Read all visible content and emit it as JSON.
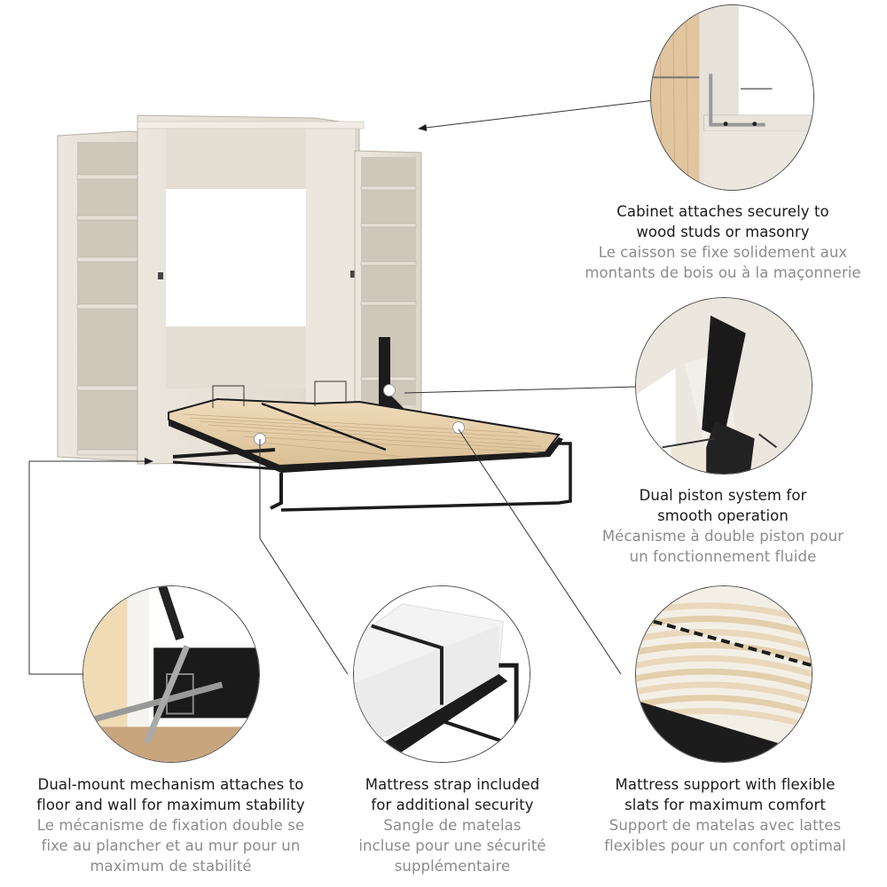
{
  "product": {
    "name": "Wall bed with side shelving units",
    "illustration": "queen-murphy-bed-open-with-two-bookcases"
  },
  "colors": {
    "wood_finish": "#e8e2d8",
    "metal_frame": "#1c1c1c",
    "slats": "#e8cfa6",
    "english_text": "#1a1a1a",
    "french_text": "#8c8c8c",
    "leader_line": "#333333"
  },
  "features": [
    {
      "id": "wall-anchor",
      "icon": "wall-bracket-detail",
      "en": "Cabinet attaches securely to wood studs or masonry",
      "en_lines": [
        "Cabinet attaches securely to",
        "wood studs or masonry"
      ],
      "fr_lines": [
        "Le caisson se fixe solidement aux",
        "montants de bois ou à la maçonnerie"
      ]
    },
    {
      "id": "piston",
      "icon": "piston-mechanism-detail",
      "en_lines": [
        "Dual piston system for",
        "smooth operation"
      ],
      "fr_lines": [
        "Mécanisme à double piston pour",
        "un fonctionnement fluide"
      ]
    },
    {
      "id": "dual-mount",
      "icon": "screws-mount-detail",
      "en_lines": [
        "Dual-mount mechanism attaches to",
        "floor and wall for maximum stability"
      ],
      "fr_lines": [
        "Le mécanisme de fixation double se",
        "fixe au plancher et au mur pour un",
        "maximum de stabilité"
      ]
    },
    {
      "id": "strap",
      "icon": "mattress-strap-detail",
      "en_lines": [
        "Mattress strap included",
        "for additional security"
      ],
      "fr_lines": [
        "Sangle de matelas",
        "incluse pour une sécurité",
        "supplémentaire"
      ]
    },
    {
      "id": "slats",
      "icon": "flexible-slats-detail",
      "en_lines": [
        "Mattress support with flexible",
        "slats for maximum comfort"
      ],
      "fr_lines": [
        "Support de matelas avec lattes",
        "flexibles pour un confort optimal"
      ]
    }
  ]
}
